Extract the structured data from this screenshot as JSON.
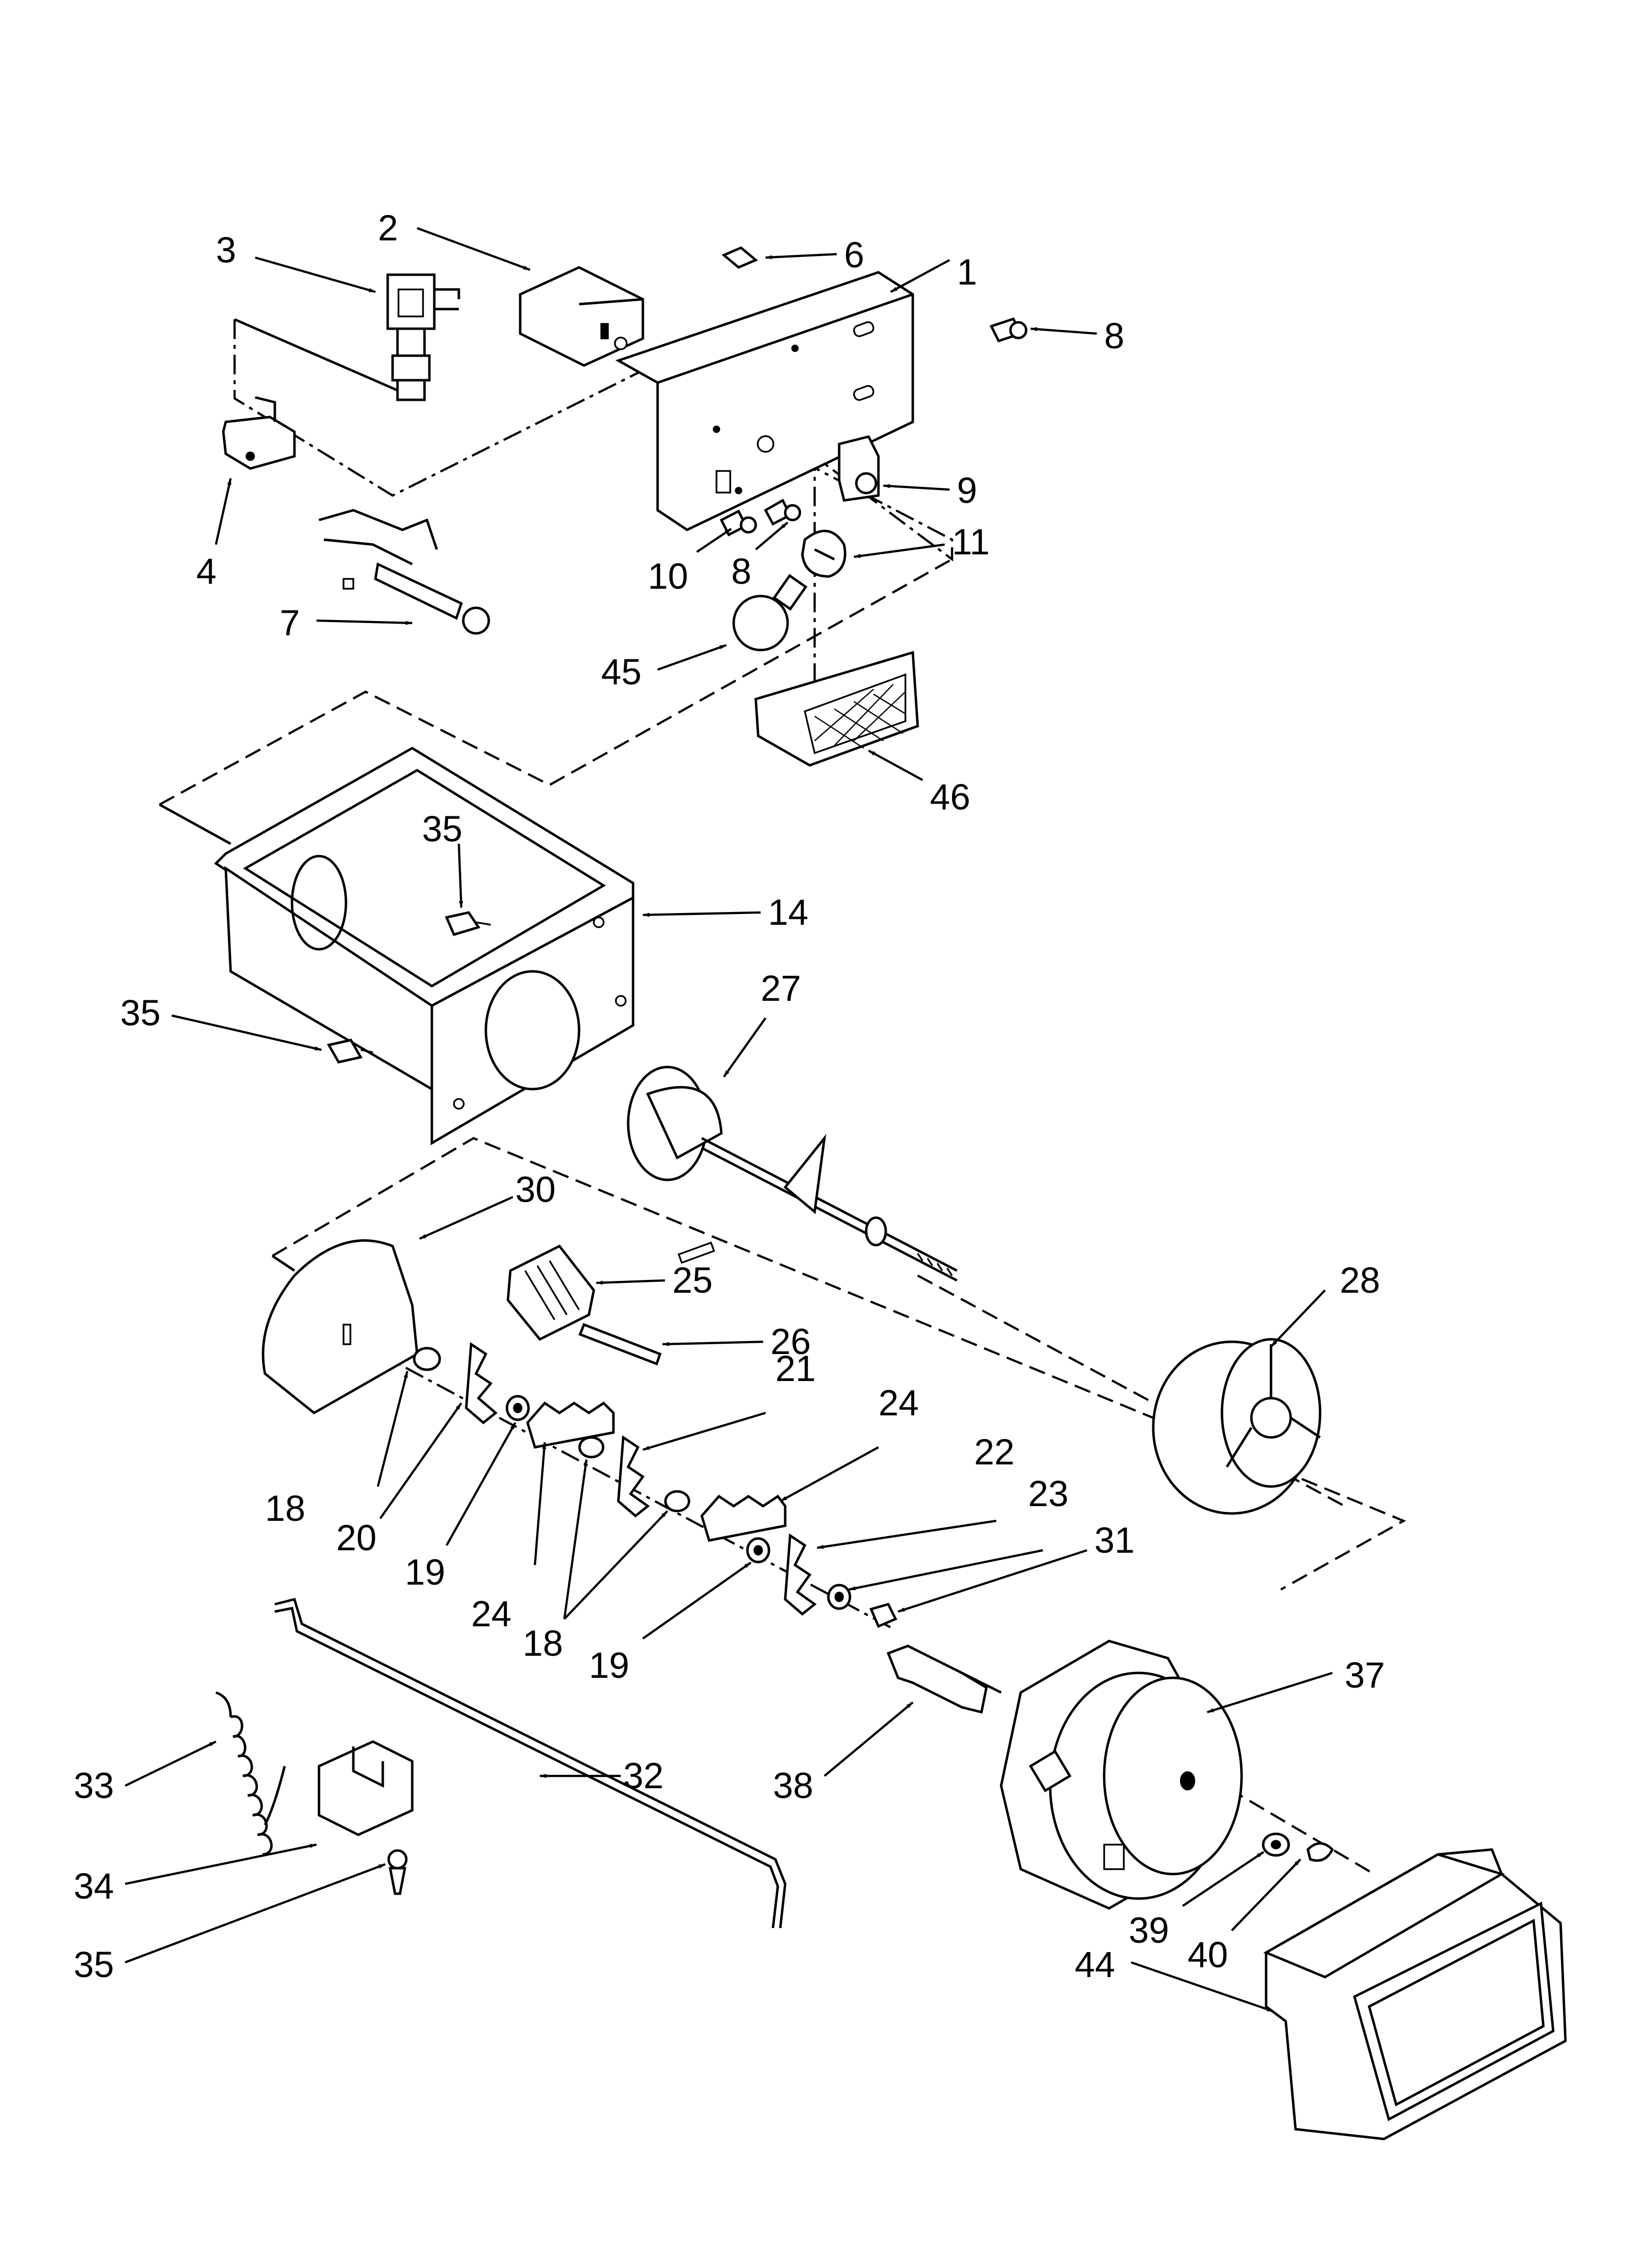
{
  "diagram": {
    "colors": {
      "ink": "#000000",
      "paper": "#ffffff"
    },
    "callouts": [
      {
        "id": "c1",
        "label": "1"
      },
      {
        "id": "c2",
        "label": "2"
      },
      {
        "id": "c3",
        "label": "3"
      },
      {
        "id": "c4",
        "label": "4"
      },
      {
        "id": "c6",
        "label": "6"
      },
      {
        "id": "c7",
        "label": "7"
      },
      {
        "id": "c8a",
        "label": "8"
      },
      {
        "id": "c8b",
        "label": "8"
      },
      {
        "id": "c9",
        "label": "9"
      },
      {
        "id": "c10",
        "label": "10"
      },
      {
        "id": "c11",
        "label": "11"
      },
      {
        "id": "c14",
        "label": "14"
      },
      {
        "id": "c18a",
        "label": "18"
      },
      {
        "id": "c18b",
        "label": "18"
      },
      {
        "id": "c19a",
        "label": "19"
      },
      {
        "id": "c19b",
        "label": "19"
      },
      {
        "id": "c20",
        "label": "20"
      },
      {
        "id": "c21",
        "label": "21"
      },
      {
        "id": "c22",
        "label": "22"
      },
      {
        "id": "c23",
        "label": "23"
      },
      {
        "id": "c24a",
        "label": "24"
      },
      {
        "id": "c24b",
        "label": "24"
      },
      {
        "id": "c25",
        "label": "25"
      },
      {
        "id": "c26",
        "label": "26"
      },
      {
        "id": "c27",
        "label": "27"
      },
      {
        "id": "c28",
        "label": "28"
      },
      {
        "id": "c30",
        "label": "30"
      },
      {
        "id": "c31",
        "label": "31"
      },
      {
        "id": "c32",
        "label": "32"
      },
      {
        "id": "c33",
        "label": "33"
      },
      {
        "id": "c34",
        "label": "34"
      },
      {
        "id": "c35a",
        "label": "35"
      },
      {
        "id": "c35b",
        "label": "35"
      },
      {
        "id": "c35c",
        "label": "35"
      },
      {
        "id": "c37",
        "label": "37"
      },
      {
        "id": "c38",
        "label": "38"
      },
      {
        "id": "c39",
        "label": "39"
      },
      {
        "id": "c40",
        "label": "40"
      },
      {
        "id": "c44",
        "label": "44"
      },
      {
        "id": "c45",
        "label": "45"
      },
      {
        "id": "c46",
        "label": "46"
      }
    ]
  }
}
